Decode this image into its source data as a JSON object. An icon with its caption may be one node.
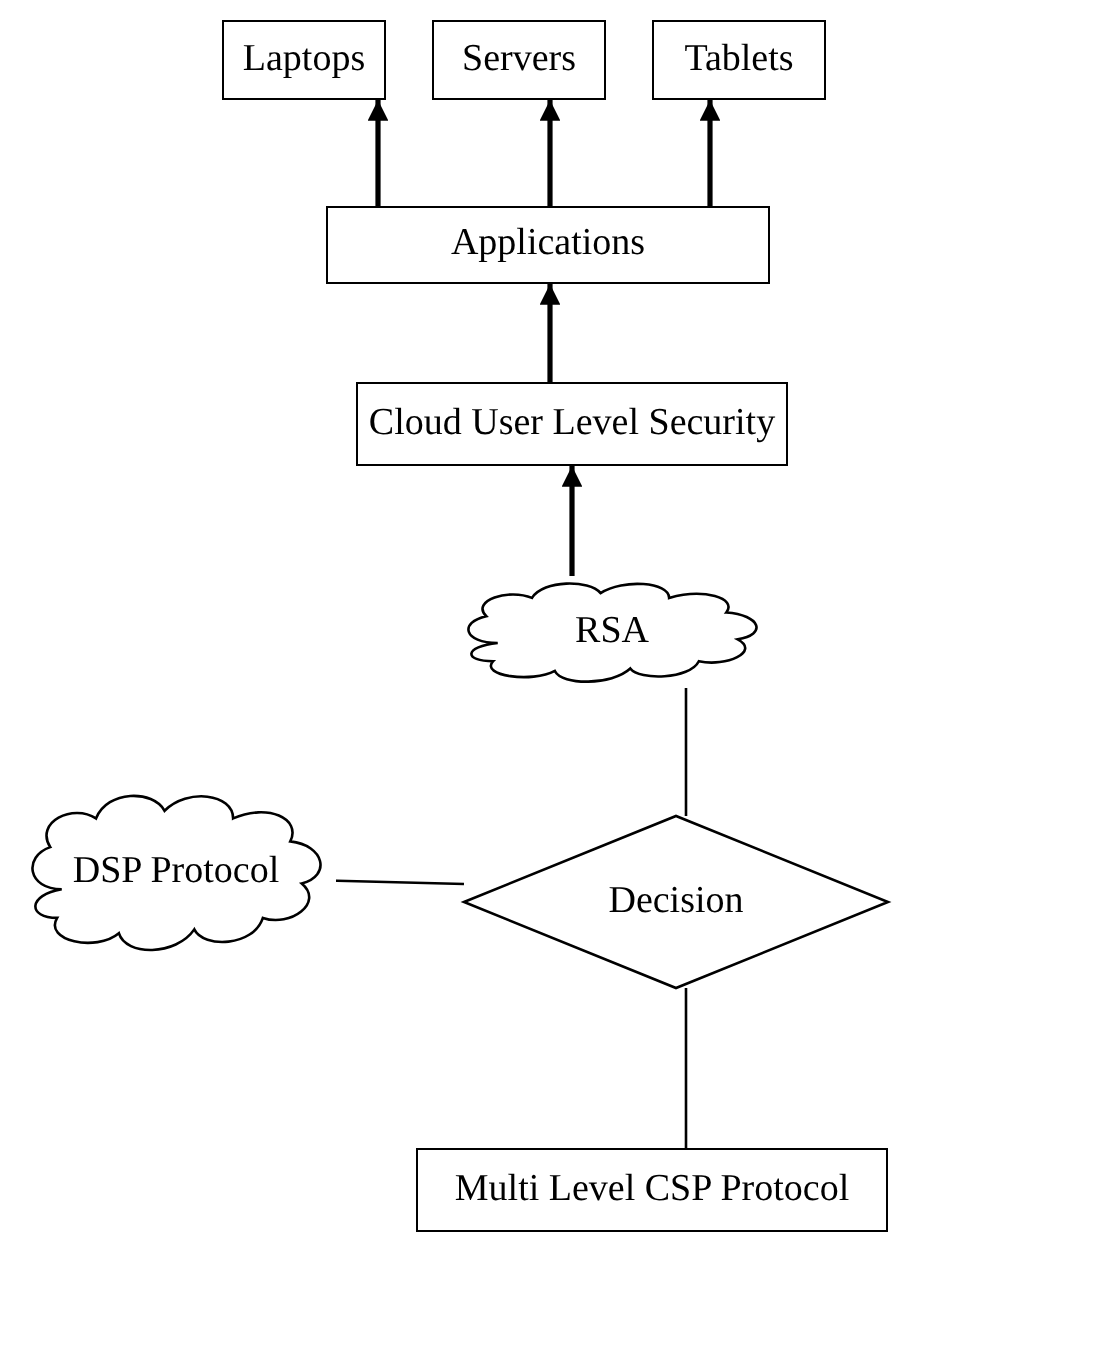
{
  "diagram": {
    "nodes": [
      {
        "text": [
          "Laptops"
        ]
      },
      {
        "text": [
          "Servers"
        ]
      },
      {
        "text": [
          "Tablets"
        ]
      },
      {
        "text": [
          "Applications"
        ]
      },
      {
        "text": [
          "Cloud User Level Security"
        ]
      },
      {
        "text": [
          "RSA"
        ]
      },
      {
        "text": [
          "DSP Protocol"
        ]
      },
      {
        "text": [
          "Decision"
        ]
      },
      {
        "text": [
          "Multi Level CSP Protocol"
        ]
      }
    ],
    "edges": [
      {
        "from": 3,
        "to": 0,
        "arrow": "to"
      },
      {
        "from": 3,
        "to": 1,
        "arrow": "to"
      },
      {
        "from": 3,
        "to": 2,
        "arrow": "to"
      },
      {
        "from": 4,
        "to": 3,
        "arrow": "to"
      },
      {
        "from": 5,
        "to": 4,
        "arrow": "to"
      },
      {
        "from": 7,
        "to": 5,
        "arrow": "none"
      },
      {
        "from": 6,
        "to": 7,
        "arrow": "none"
      },
      {
        "from": 8,
        "to": 7,
        "arrow": "none"
      }
    ]
  }
}
